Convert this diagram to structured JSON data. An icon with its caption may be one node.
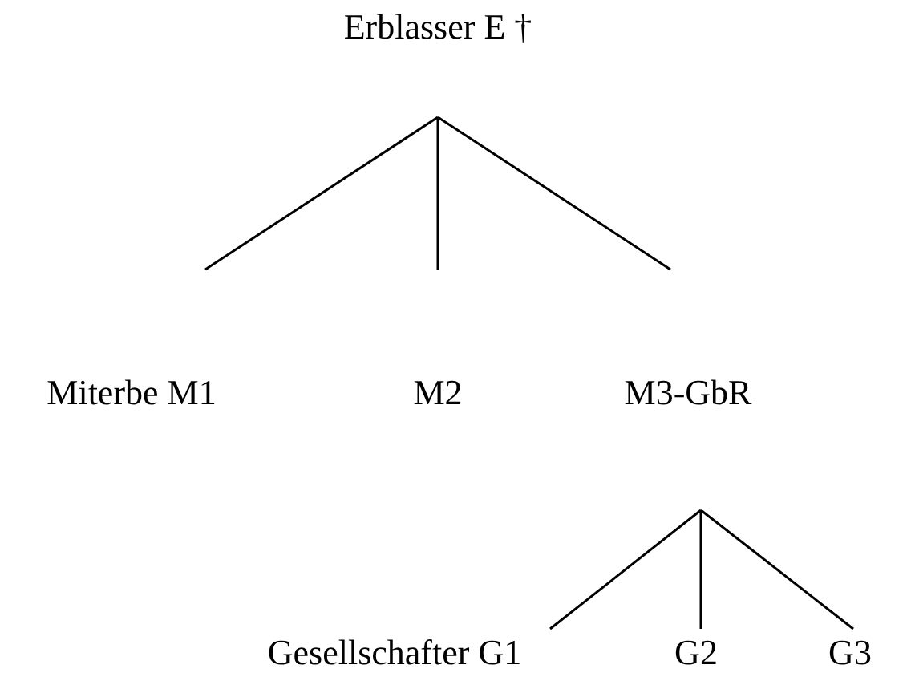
{
  "diagram": {
    "nodes": [
      {
        "text": [
          "Erblasser E †"
        ]
      },
      {
        "text": [
          "Miterbe M1"
        ]
      },
      {
        "text": [
          "M2"
        ]
      },
      {
        "text": [
          "M3-GbR"
        ]
      },
      {
        "text": [
          "Gesellschafter G1"
        ]
      },
      {
        "text": [
          "G2"
        ]
      },
      {
        "text": [
          "G3"
        ]
      }
    ],
    "edges": [
      {
        "from": 0,
        "to": 1,
        "arrow": "none"
      },
      {
        "from": 0,
        "to": 2,
        "arrow": "none"
      },
      {
        "from": 0,
        "to": 3,
        "arrow": "none"
      },
      {
        "from": 3,
        "to": 4,
        "arrow": "none"
      },
      {
        "from": 3,
        "to": 5,
        "arrow": "none"
      },
      {
        "from": 3,
        "to": 6,
        "arrow": "none"
      }
    ]
  }
}
